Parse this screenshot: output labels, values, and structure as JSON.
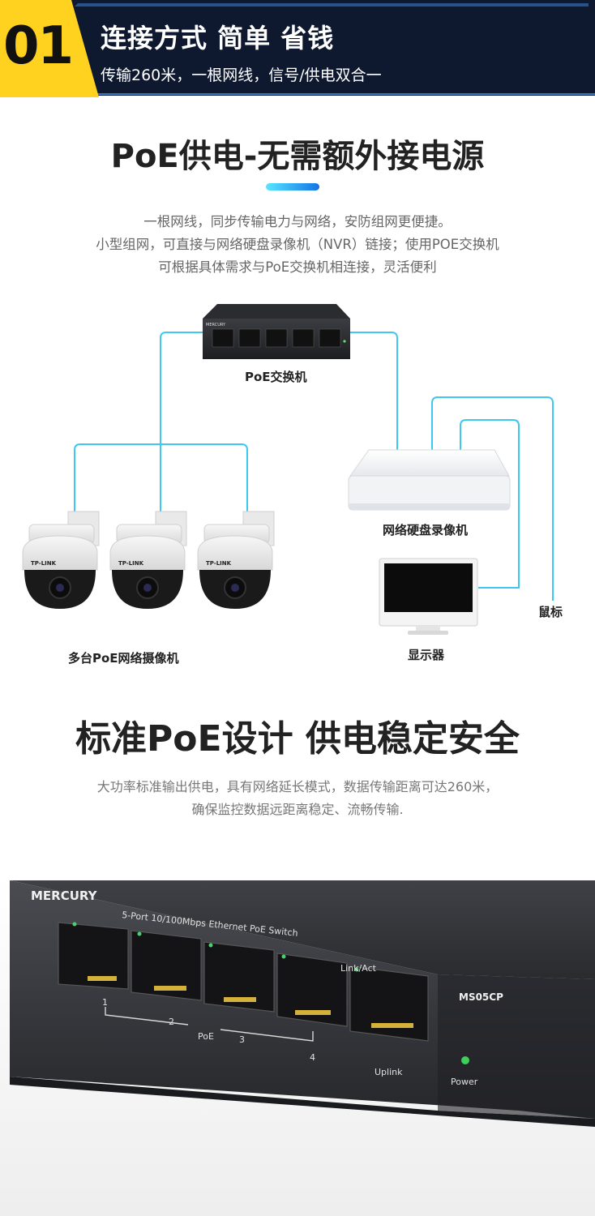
{
  "banner": {
    "number": "01",
    "title": "连接方式 简单 省钱",
    "subtitle": "传输260米，一根网线，信号/供电双合一"
  },
  "section1": {
    "heading": "PoE供电-无需额外接电源",
    "lines": [
      "一根网线，同步传输电力与网络，安防组网更便捷。",
      "小型组网，可直接与网络硬盘录像机（NVR）链接；使用POE交换机",
      "可根据具体需求与PoE交换机相连接，灵活便利"
    ]
  },
  "diagram": {
    "switch_label": "PoE交换机",
    "nvr_label": "网络硬盘录像机",
    "cameras_label": "多台PoE网络摄像机",
    "monitor_label": "显示器",
    "mouse_label": "鼠标",
    "camera_brand": "TP-LINK",
    "switch_brand": "MERCURY",
    "line_color": "#3cc8f0"
  },
  "section2": {
    "heading": "标准PoE设计 供电稳定安全",
    "lines": [
      "大功率标准输出供电，具有网络延长模式，数据传输距离可达260米，",
      "确保监控数据远距离稳定、流畅传输."
    ]
  },
  "switch": {
    "brand": "MERCURY",
    "description": "5-Port 10/100Mbps Ethernet PoE Switch",
    "link_label": "Link/Act",
    "model": "MS05CP",
    "ports": [
      "1",
      "2",
      "3",
      "4"
    ],
    "poe_label": "PoE",
    "uplink_label": "Uplink",
    "power_label": "Power"
  }
}
